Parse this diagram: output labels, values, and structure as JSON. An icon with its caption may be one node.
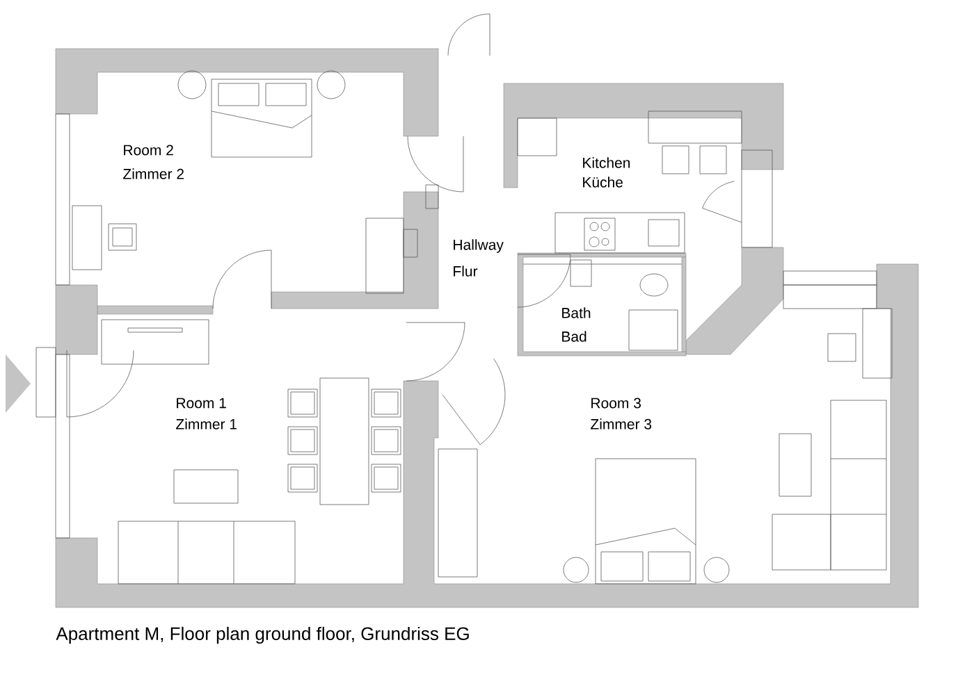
{
  "diagram": {
    "caption": "Apartment M, Floor plan ground floor, Grundriss EG",
    "labels": [
      "Room 2",
      "Zimmer 2",
      "Kitchen",
      "Küche",
      "Hallway",
      "Flur",
      "Bath",
      "Bad",
      "Room 1",
      "Zimmer 1",
      "Room 3",
      "Zimmer 3"
    ]
  }
}
